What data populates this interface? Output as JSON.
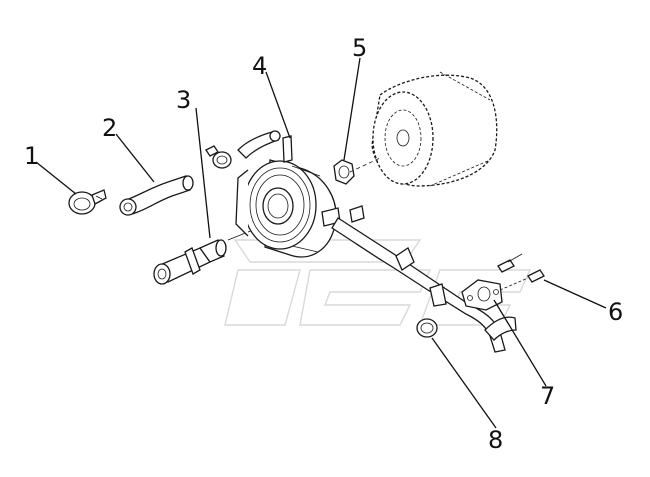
{
  "diagram": {
    "callouts": [
      {
        "id": "1",
        "label": "1"
      },
      {
        "id": "2",
        "label": "2"
      },
      {
        "id": "3",
        "label": "3"
      },
      {
        "id": "4",
        "label": "4"
      },
      {
        "id": "5",
        "label": "5"
      },
      {
        "id": "6",
        "label": "6"
      },
      {
        "id": "7",
        "label": "7"
      },
      {
        "id": "8",
        "label": "8"
      }
    ],
    "colors": {
      "line": "#111111",
      "watermark": "#d9d9d9",
      "background": "#ffffff"
    }
  }
}
